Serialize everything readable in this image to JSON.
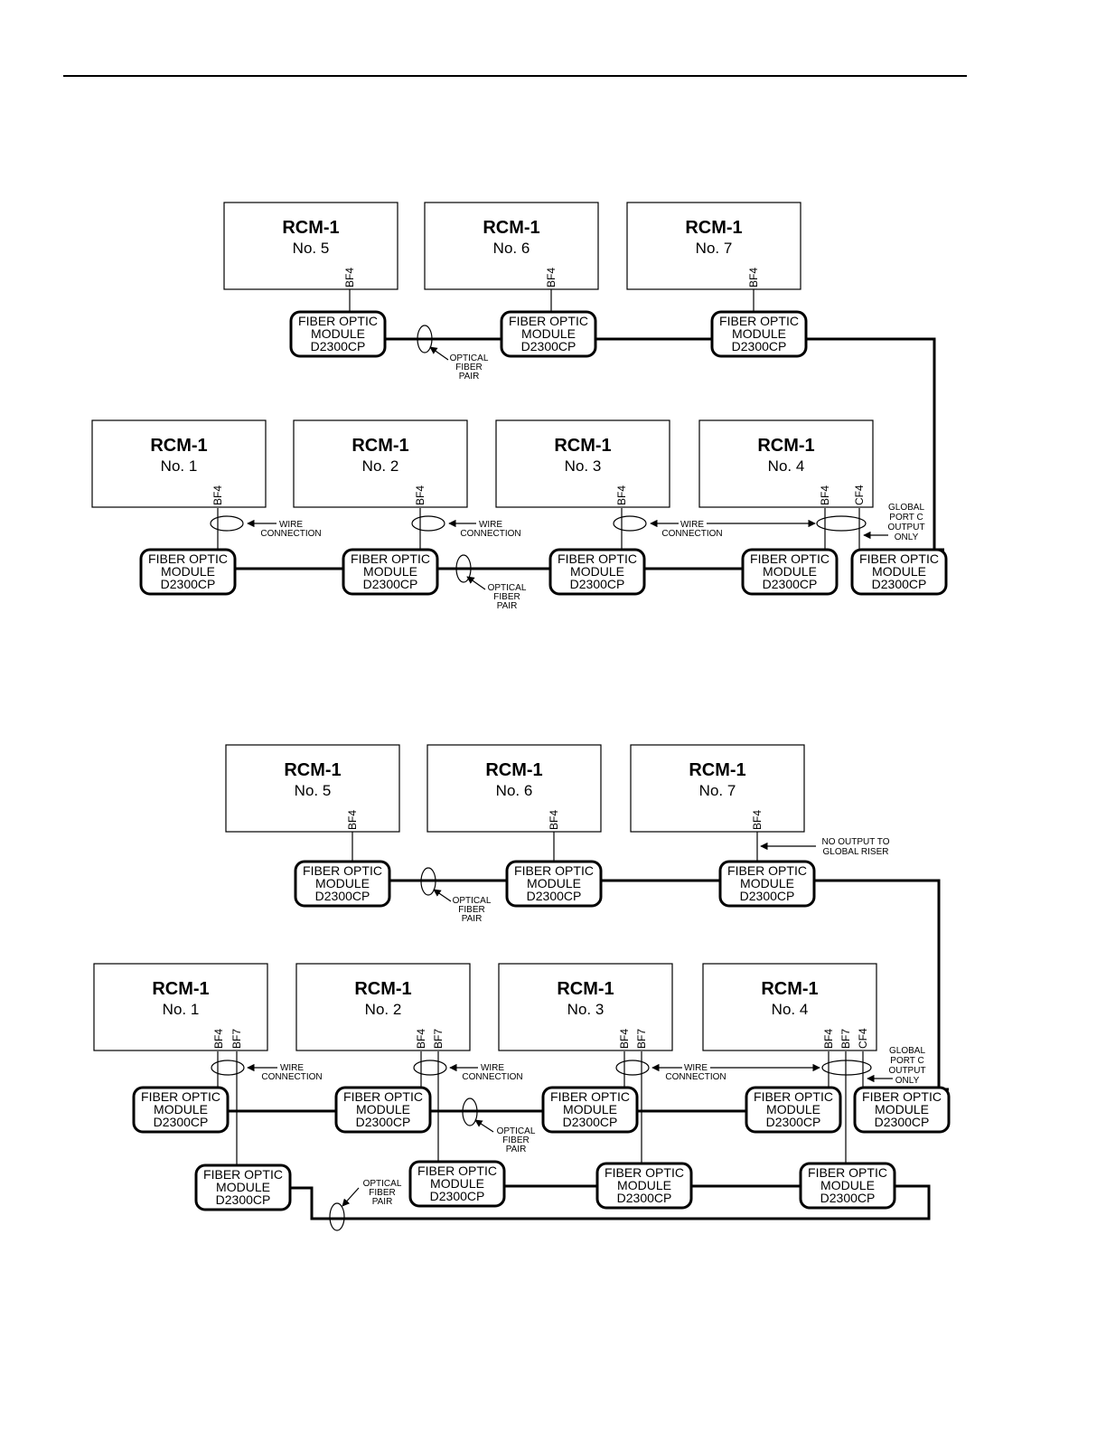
{
  "rcm_title": "RCM-1",
  "module": {
    "line1": "FIBER OPTIC",
    "line2": "MODULE",
    "line3": "D2300CP"
  },
  "numbers": {
    "n1": "No. 1",
    "n2": "No. 2",
    "n3": "No. 3",
    "n4": "No. 4",
    "n5": "No. 5",
    "n6": "No. 6",
    "n7": "No. 7"
  },
  "ports": {
    "bf4": "BF4",
    "bf7": "BF7",
    "cf4": "CF4"
  },
  "labels": {
    "wire": [
      "WIRE",
      "CONNECTION"
    ],
    "optical": [
      "OPTICAL",
      "FIBER",
      "PAIR"
    ],
    "global": [
      "GLOBAL",
      "PORT C",
      "OUTPUT",
      "ONLY"
    ],
    "no_output": [
      "NO OUTPUT TO",
      "GLOBAL RISER"
    ]
  }
}
